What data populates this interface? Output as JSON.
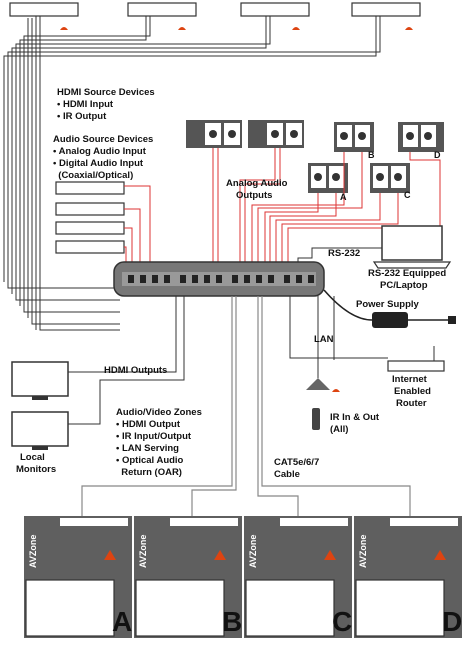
{
  "hdmi_source": {
    "title": "HDMI Source Devices",
    "items": [
      "• HDMI Input",
      "• IR Output"
    ]
  },
  "audio_source": {
    "title": "Audio Source Devices",
    "items": [
      "• Analog Audio Input",
      "• Digital Audio Input",
      "  (Coaxial/Optical)"
    ]
  },
  "analog_outputs": {
    "line1": "Analog Audio",
    "line2": "Outputs"
  },
  "rs232": {
    "label": "RS-232",
    "device_line1": "RS-232 Equipped",
    "device_line2": "PC/Laptop"
  },
  "power_supply": "Power Supply",
  "lan": "LAN",
  "router": {
    "line1": "Internet",
    "line2": "Enabled",
    "line3": "Router"
  },
  "hdmi_outputs": "HDMI Outputs",
  "ir": {
    "line1": "IR In & Out",
    "line2": "(All)"
  },
  "local_monitors": {
    "line1": "Local",
    "line2": "Monitors"
  },
  "zones": {
    "title": "Audio/Video Zones",
    "items": [
      "• HDMI Output",
      "• IR Input/Output",
      "• LAN Serving",
      "• Optical Audio",
      "  Return (OAR)"
    ]
  },
  "cable": {
    "line1": "CAT5e/6/7",
    "line2": "Cable"
  },
  "zone_letters": [
    "A",
    "B",
    "C",
    "D"
  ],
  "speaker_letters": [
    "A",
    "B",
    "C",
    "D"
  ],
  "brand": "AVZone"
}
